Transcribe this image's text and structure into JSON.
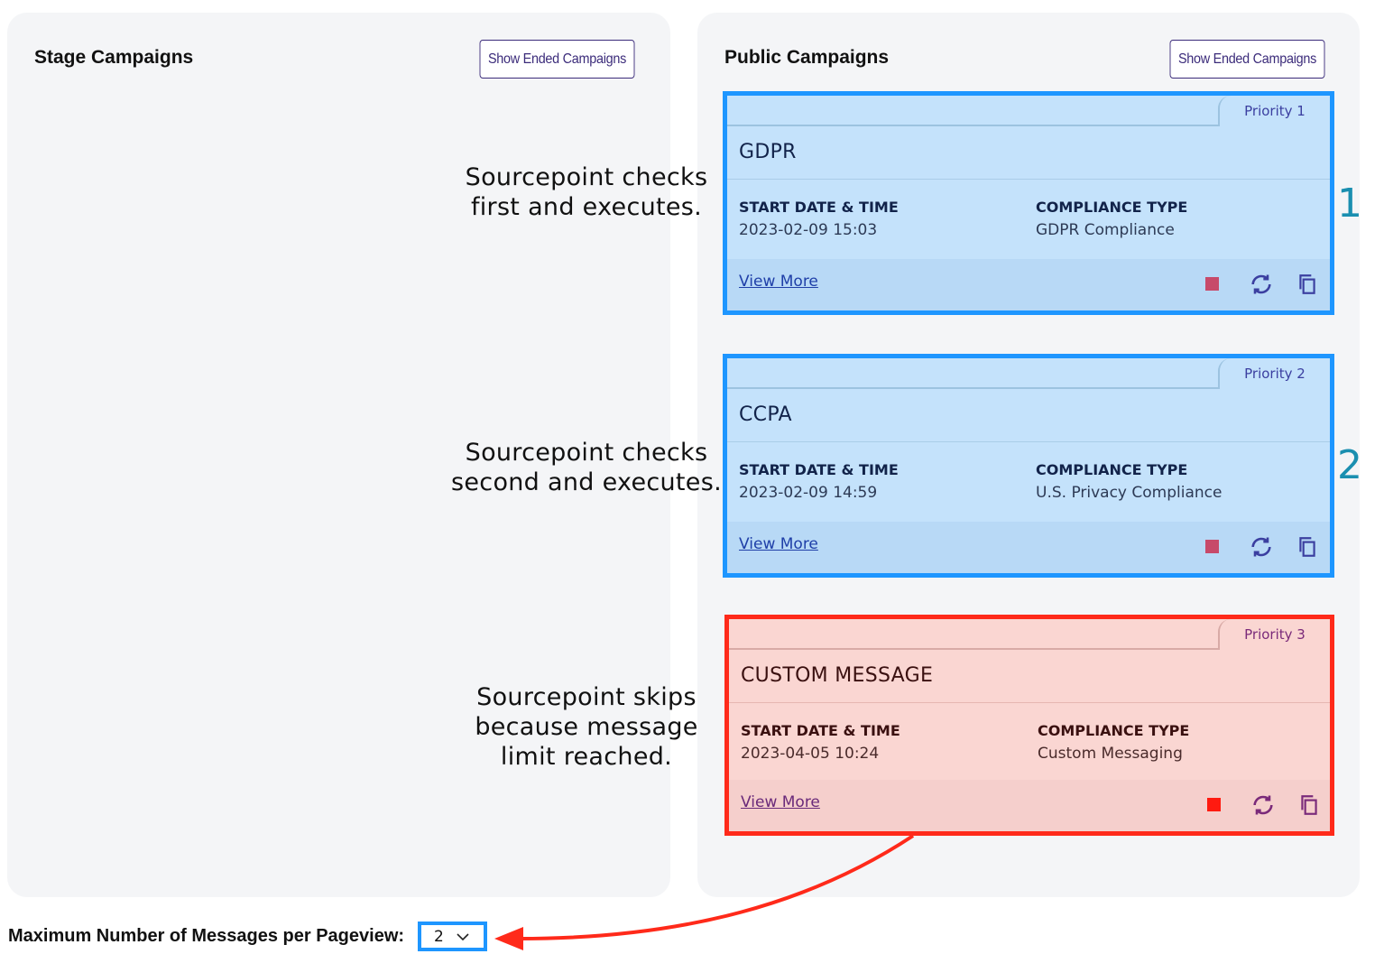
{
  "stage": {
    "title": "Stage Campaigns",
    "ended_button": "Show Ended Campaigns"
  },
  "public": {
    "title": "Public Campaigns",
    "ended_button": "Show Ended Campaigns"
  },
  "campaigns": [
    {
      "priority": "Priority 1",
      "name": "GDPR",
      "start_label": "START DATE & TIME",
      "start_value": "2023-02-09 15:03",
      "compliance_label": "COMPLIANCE TYPE",
      "compliance_value": "GDPR Compliance",
      "view_more": "View More"
    },
    {
      "priority": "Priority 2",
      "name": "CCPA",
      "start_label": "START DATE & TIME",
      "start_value": "2023-02-09 14:59",
      "compliance_label": "COMPLIANCE TYPE",
      "compliance_value": "U.S. Privacy Compliance",
      "view_more": "View More"
    },
    {
      "priority": "Priority 3",
      "name": "CUSTOM MESSAGE",
      "start_label": "START DATE & TIME",
      "start_value": "2023-04-05 10:24",
      "compliance_label": "COMPLIANCE TYPE",
      "compliance_value": "Custom Messaging",
      "view_more": "View More"
    }
  ],
  "annotations": {
    "first_line1": "Sourcepoint checks",
    "first_line2": "first and executes.",
    "second_line1": "Sourcepoint checks",
    "second_line2": "second and executes.",
    "third_line1": "Sourcepoint skips",
    "third_line2": "because message",
    "third_line3": "limit reached.",
    "num1": "1",
    "num2": "2"
  },
  "max_messages": {
    "label": "Maximum Number of Messages per Pageview:",
    "value": "2"
  },
  "colors": {
    "highlight_blue": "#1e96ff",
    "highlight_red": "#ff2a1a",
    "brand_purple": "#3b2b7a"
  },
  "icons": [
    "stop-icon",
    "sync-icon",
    "copy-icon",
    "chevron-down-icon",
    "arrow-annotation"
  ]
}
